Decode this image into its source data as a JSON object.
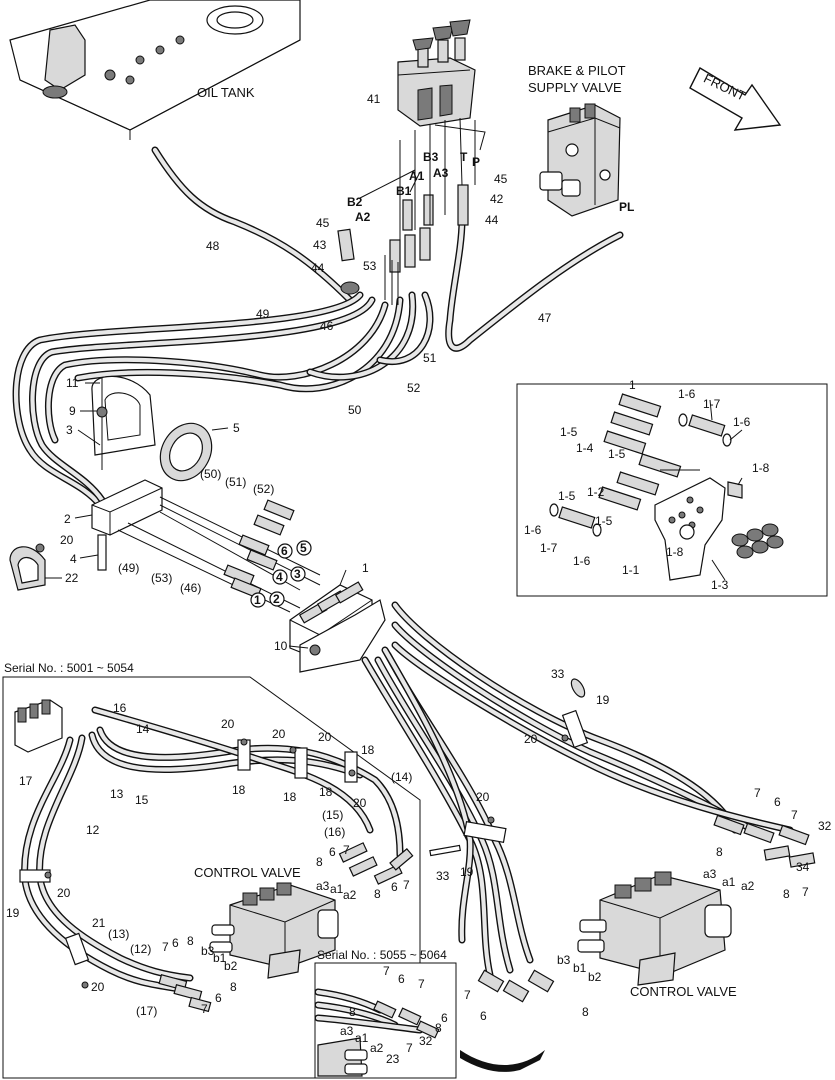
{
  "titles": {
    "oil_tank": "OIL TANK",
    "brake_line1": "BRAKE & PILOT",
    "brake_line2": "SUPPLY VALVE",
    "front": "FRONT",
    "control_valve_left": "CONTROL VALVE",
    "control_valve_right": "CONTROL VALVE",
    "serial_1": "Serial No. : 5001 ~ 5054",
    "serial_2": "Serial No. : 5055 ~ 5064"
  },
  "port_labels": {
    "b2": "B2",
    "a2": "A2",
    "b3": "B3",
    "a1": "A1",
    "a3": "A3",
    "b1": "B1",
    "t": "T",
    "p": "P",
    "pl": "PL"
  },
  "top_callouts": [
    {
      "id": "c41",
      "text": "41"
    },
    {
      "id": "c45a",
      "text": "45"
    },
    {
      "id": "c42",
      "text": "42"
    },
    {
      "id": "c44a",
      "text": "44"
    },
    {
      "id": "c45b",
      "text": "45"
    },
    {
      "id": "c43",
      "text": "43"
    },
    {
      "id": "c44b",
      "text": "44"
    },
    {
      "id": "c53",
      "text": "53"
    },
    {
      "id": "c48",
      "text": "48"
    },
    {
      "id": "c47",
      "text": "47"
    },
    {
      "id": "c49",
      "text": "49"
    },
    {
      "id": "c46",
      "text": "46"
    },
    {
      "id": "c51",
      "text": "51"
    },
    {
      "id": "c52",
      "text": "52"
    },
    {
      "id": "c50",
      "text": "50"
    },
    {
      "id": "c11",
      "text": "11"
    },
    {
      "id": "c9",
      "text": "9"
    },
    {
      "id": "c3",
      "text": "3"
    },
    {
      "id": "c5",
      "text": "5"
    },
    {
      "id": "c2",
      "text": "2"
    },
    {
      "id": "c20a",
      "text": "20"
    },
    {
      "id": "c4",
      "text": "4"
    },
    {
      "id": "c22",
      "text": "22"
    },
    {
      "id": "c50p",
      "text": "(50)"
    },
    {
      "id": "c51p",
      "text": "(51)"
    },
    {
      "id": "c52p",
      "text": "(52)"
    },
    {
      "id": "c49p",
      "text": "(49)"
    },
    {
      "id": "c53p",
      "text": "(53)"
    },
    {
      "id": "c46p",
      "text": "(46)"
    },
    {
      "id": "c1a",
      "text": "1"
    },
    {
      "id": "c10",
      "text": "10"
    }
  ],
  "circled": [
    "6",
    "5",
    "4",
    "3",
    "1",
    "2"
  ],
  "inset": {
    "title": "1",
    "callouts": [
      {
        "id": "i16a",
        "text": "1-6"
      },
      {
        "id": "i17a",
        "text": "1-7"
      },
      {
        "id": "i16b",
        "text": "1-6"
      },
      {
        "id": "i15a",
        "text": "1-5"
      },
      {
        "id": "i14",
        "text": "1-4"
      },
      {
        "id": "i15b",
        "text": "1-5"
      },
      {
        "id": "i18a",
        "text": "1-8"
      },
      {
        "id": "i15c",
        "text": "1-5"
      },
      {
        "id": "i12",
        "text": "1-2"
      },
      {
        "id": "i15d",
        "text": "1-5"
      },
      {
        "id": "i16c",
        "text": "1-6"
      },
      {
        "id": "i17b",
        "text": "1-7"
      },
      {
        "id": "i16d",
        "text": "1-6"
      },
      {
        "id": "i18b",
        "text": "1-8"
      },
      {
        "id": "i11",
        "text": "1-1"
      },
      {
        "id": "i13",
        "text": "1-3"
      }
    ]
  },
  "left_callouts": [
    {
      "id": "l16",
      "text": "16"
    },
    {
      "id": "l14",
      "text": "14"
    },
    {
      "id": "l20a",
      "text": "20"
    },
    {
      "id": "l20b",
      "text": "20"
    },
    {
      "id": "l20c",
      "text": "20"
    },
    {
      "id": "l18a",
      "text": "18"
    },
    {
      "id": "l17",
      "text": "17"
    },
    {
      "id": "l13",
      "text": "13"
    },
    {
      "id": "l15",
      "text": "15"
    },
    {
      "id": "l18b",
      "text": "18"
    },
    {
      "id": "l18c",
      "text": "18"
    },
    {
      "id": "l18d",
      "text": "18"
    },
    {
      "id": "l14p",
      "text": "(14)"
    },
    {
      "id": "l20d",
      "text": "20"
    },
    {
      "id": "l12",
      "text": "12"
    },
    {
      "id": "l15p",
      "text": "(15)"
    },
    {
      "id": "l16p",
      "text": "(16)"
    },
    {
      "id": "l8a",
      "text": "8"
    },
    {
      "id": "l6a",
      "text": "6"
    },
    {
      "id": "l7a",
      "text": "7"
    },
    {
      "id": "la3",
      "text": "a3"
    },
    {
      "id": "la1",
      "text": "a1"
    },
    {
      "id": "la2",
      "text": "a2"
    },
    {
      "id": "l6b",
      "text": "6"
    },
    {
      "id": "l7b",
      "text": "7"
    },
    {
      "id": "l8b",
      "text": "8"
    },
    {
      "id": "l20e",
      "text": "20"
    },
    {
      "id": "l19",
      "text": "19"
    },
    {
      "id": "l21",
      "text": "21"
    },
    {
      "id": "l13p",
      "text": "(13)"
    },
    {
      "id": "l12p",
      "text": "(12)"
    },
    {
      "id": "l7c",
      "text": "7"
    },
    {
      "id": "l6c",
      "text": "6"
    },
    {
      "id": "l8c",
      "text": "8"
    },
    {
      "id": "lb3",
      "text": "b3"
    },
    {
      "id": "lb1",
      "text": "b1"
    },
    {
      "id": "lb2",
      "text": "b2"
    },
    {
      "id": "l20f",
      "text": "20"
    },
    {
      "id": "l17p",
      "text": "(17)"
    },
    {
      "id": "l7d",
      "text": "7"
    },
    {
      "id": "l6d",
      "text": "6"
    },
    {
      "id": "l8d",
      "text": "8"
    }
  ],
  "right_callouts": [
    {
      "id": "r33a",
      "text": "33"
    },
    {
      "id": "r19a",
      "text": "19"
    },
    {
      "id": "r20a",
      "text": "20"
    },
    {
      "id": "r20b",
      "text": "20"
    },
    {
      "id": "r33b",
      "text": "33"
    },
    {
      "id": "r19b",
      "text": "19"
    },
    {
      "id": "r7a",
      "text": "7"
    },
    {
      "id": "r6a",
      "text": "6"
    },
    {
      "id": "r7b",
      "text": "7"
    },
    {
      "id": "r32",
      "text": "32"
    },
    {
      "id": "r8a",
      "text": "8"
    },
    {
      "id": "ra3",
      "text": "a3"
    },
    {
      "id": "ra1",
      "text": "a1"
    },
    {
      "id": "ra2",
      "text": "a2"
    },
    {
      "id": "r34",
      "text": "34"
    },
    {
      "id": "r8b",
      "text": "8"
    },
    {
      "id": "r7c",
      "text": "7"
    },
    {
      "id": "rb3",
      "text": "b3"
    },
    {
      "id": "rb1",
      "text": "b1"
    },
    {
      "id": "rb2",
      "text": "b2"
    },
    {
      "id": "r8c",
      "text": "8"
    },
    {
      "id": "r7d",
      "text": "7"
    },
    {
      "id": "r6b",
      "text": "6"
    }
  ],
  "bottom_inset_callouts": [
    {
      "id": "b7a",
      "text": "7"
    },
    {
      "id": "b6a",
      "text": "6"
    },
    {
      "id": "b7b",
      "text": "7"
    },
    {
      "id": "b8a",
      "text": "8"
    },
    {
      "id": "b6b",
      "text": "6"
    },
    {
      "id": "ba3",
      "text": "a3"
    },
    {
      "id": "ba1",
      "text": "a1"
    },
    {
      "id": "ba2",
      "text": "a2"
    },
    {
      "id": "b23",
      "text": "23"
    },
    {
      "id": "b7c",
      "text": "7"
    },
    {
      "id": "b32",
      "text": "32"
    },
    {
      "id": "b8b",
      "text": "8"
    }
  ]
}
